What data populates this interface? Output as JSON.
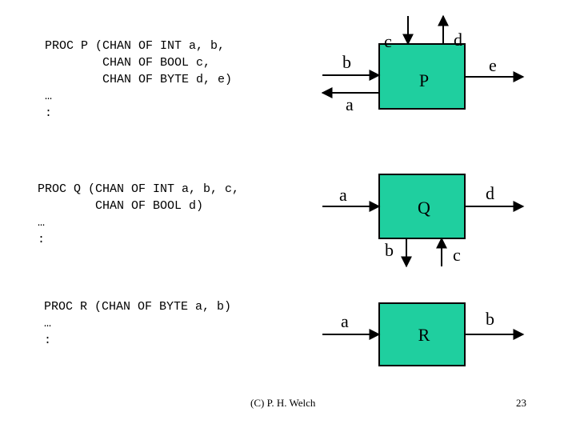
{
  "code": {
    "proc_p": [
      "PROC P (CHAN OF INT a, b,",
      "        CHAN OF BOOL c,",
      "        CHAN OF BYTE d, e)",
      "…",
      ":"
    ],
    "proc_q": [
      "PROC Q (CHAN OF INT a, b, c,",
      "        CHAN OF BOOL d)",
      "…",
      ":"
    ],
    "proc_r": [
      "PROC R (CHAN OF BYTE a, b)",
      "…",
      ":"
    ]
  },
  "diagram": {
    "p": {
      "name": "P",
      "channels": {
        "b": "b",
        "a": "a",
        "c": "c",
        "d": "d",
        "e": "e"
      }
    },
    "q": {
      "name": "Q",
      "channels": {
        "a": "a",
        "b": "b",
        "c": "c",
        "d": "d"
      }
    },
    "r": {
      "name": "R",
      "channels": {
        "a": "a",
        "b": "b"
      }
    },
    "colors": {
      "box_fill": "#1fcf9f",
      "line": "#000000"
    }
  },
  "footer": {
    "credit": "(C) P. H. Welch",
    "page": "23"
  }
}
